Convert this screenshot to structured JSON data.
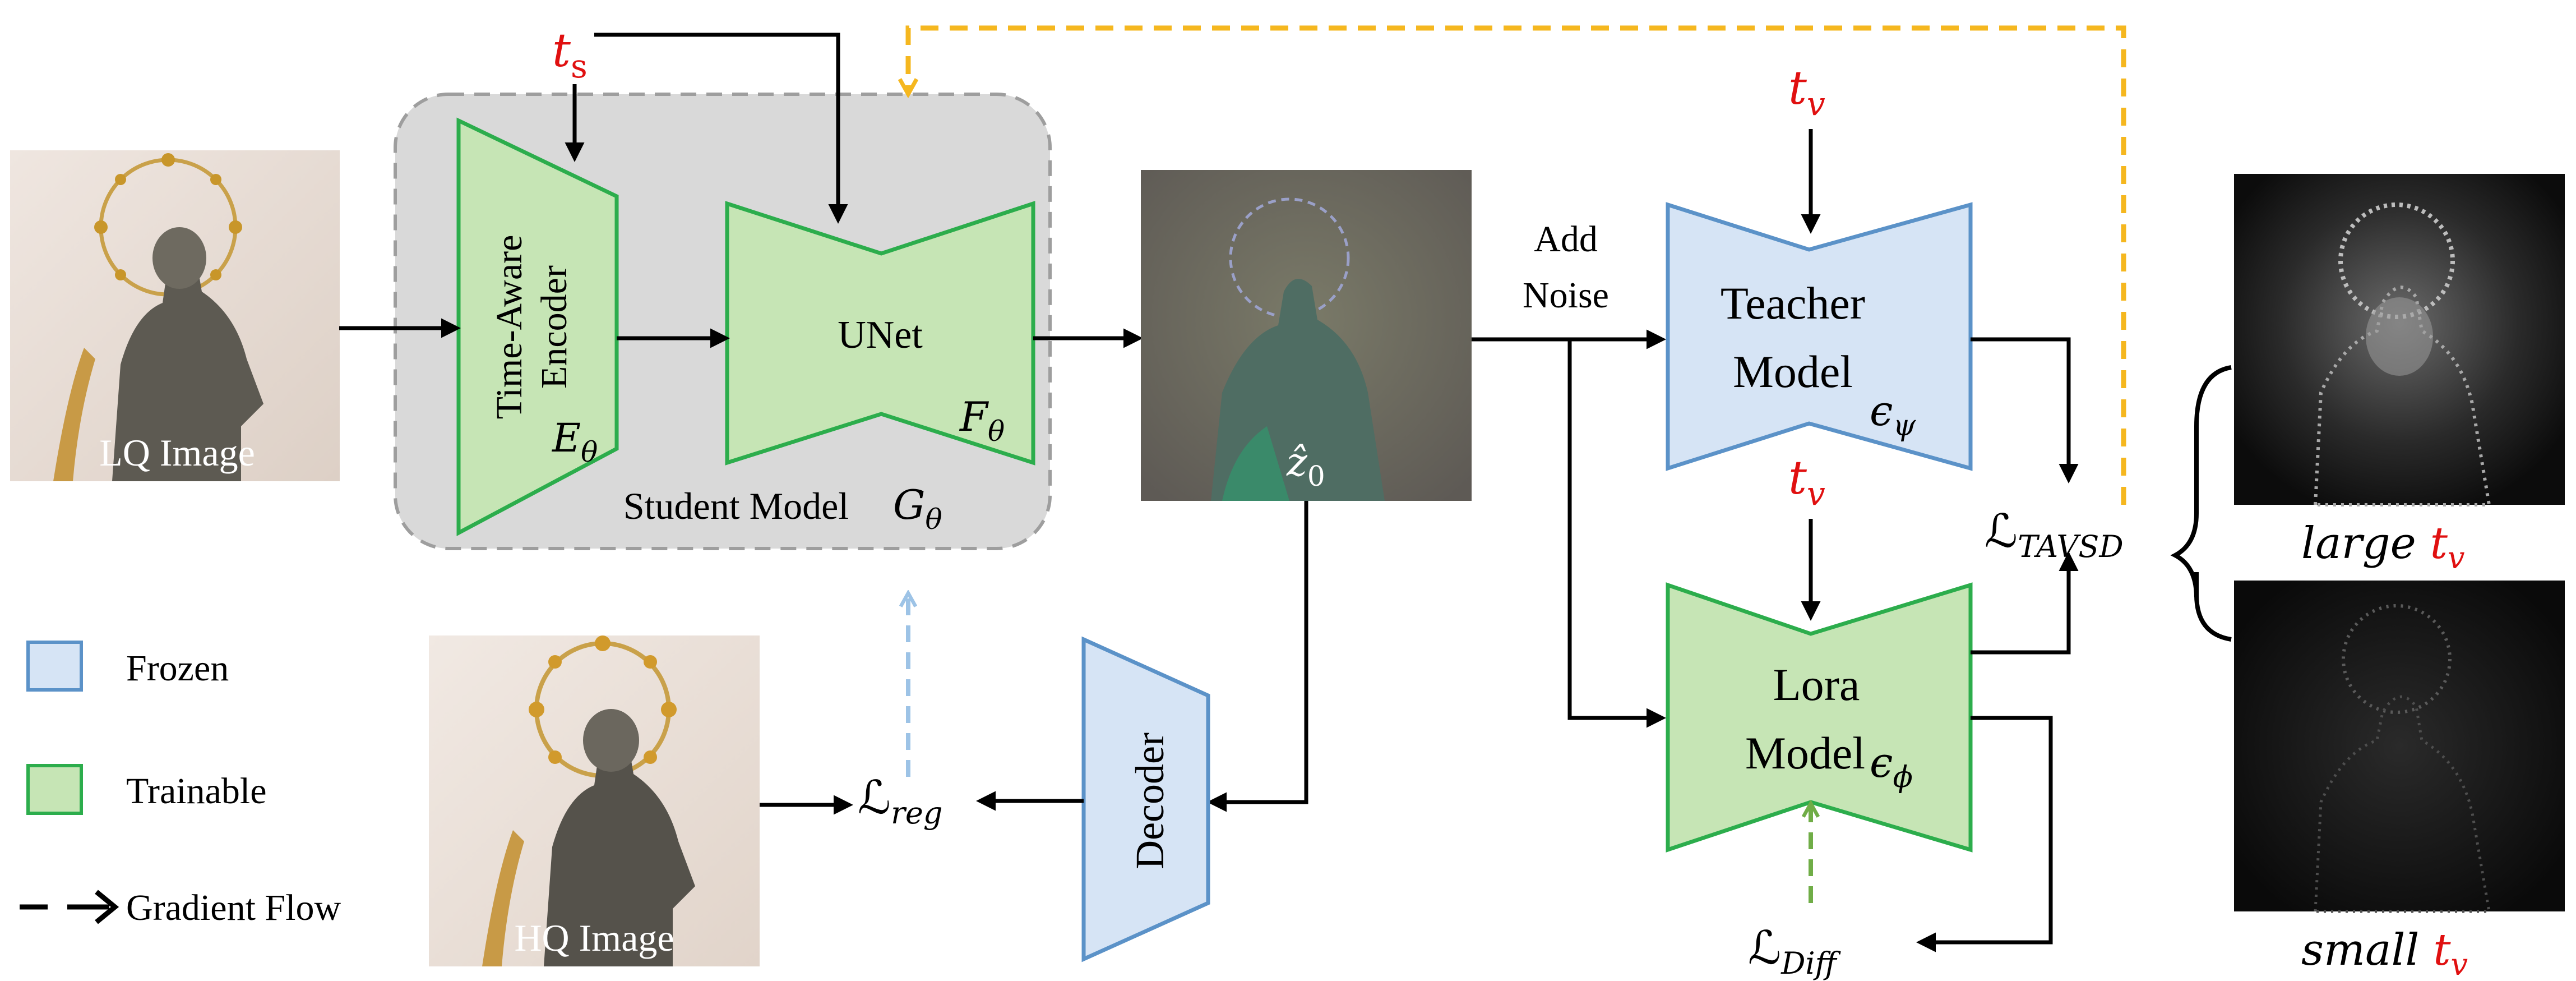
{
  "labels": {
    "lq_image": "LQ Image",
    "hq_image": "HQ Image",
    "encoder_line1": "Time-Aware",
    "encoder_line2": "Encoder",
    "encoder_symbol": "E",
    "encoder_subscript": "θ",
    "unet": "UNet",
    "unet_symbol": "F",
    "unet_subscript": "θ",
    "student_model": "Student Model",
    "student_symbol": "G",
    "student_subscript": "θ",
    "latent_symbol": "ẑ",
    "latent_subscript": "0",
    "add_noise_line1": "Add",
    "add_noise_line2": "Noise",
    "teacher_line1": "Teacher",
    "teacher_line2": "Model",
    "teacher_symbol": "ϵ",
    "teacher_subscript": "ψ",
    "lora_line1": "Lora",
    "lora_line2": "Model",
    "lora_symbol": "ϵ",
    "lora_subscript": "ϕ",
    "decoder": "Decoder",
    "ts_symbol": "t",
    "ts_subscript": "s",
    "tv_symbol": "t",
    "tv_subscript": "v",
    "loss_symbol": "ℒ",
    "loss_tavsd_subscript": "TAVSD",
    "loss_reg_subscript": "reg",
    "loss_diff_subscript": "Diff",
    "large_tv_word": "large",
    "small_tv_word": "small"
  },
  "legend": {
    "frozen": "Frozen",
    "trainable": "Trainable",
    "gradient_flow": "Gradient Flow"
  },
  "colors": {
    "frozen_fill": "#d6e4f5",
    "frozen_stroke": "#5b92c8",
    "trainable_fill": "#c6e5b5",
    "trainable_stroke": "#2cad4c",
    "student_box_fill": "#d9d9d9",
    "student_box_stroke": "#9e9e9e",
    "red_text": "#e01010",
    "arrow": "#000000",
    "gradient_yellow": "#f5b71f",
    "gradient_blue": "#9dc3e6",
    "gradient_green": "#70ad47"
  }
}
